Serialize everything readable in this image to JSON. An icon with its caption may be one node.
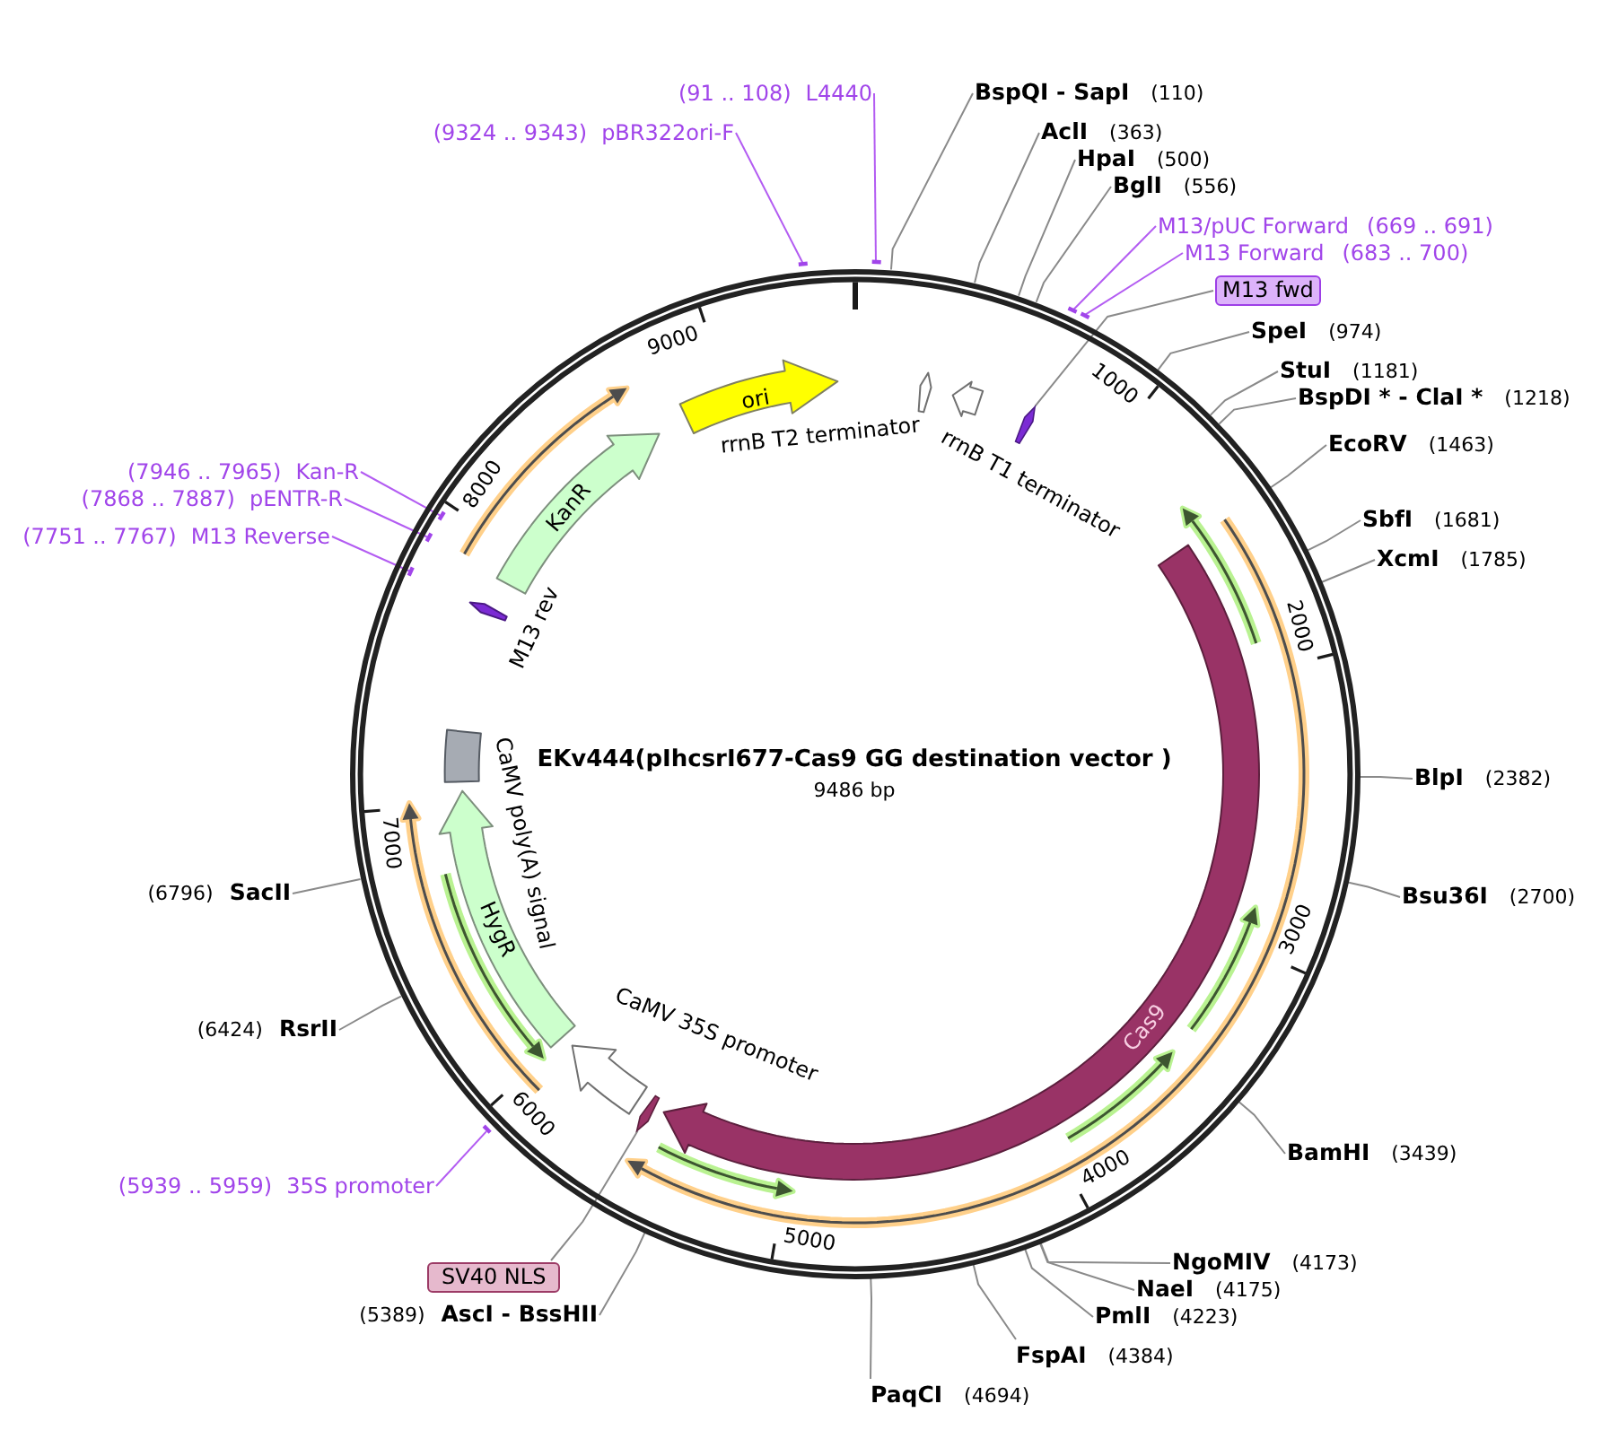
{
  "diagram": {
    "nodes": [
      {
        "text": [
          "EKv444(pIhcsrI677-Cas9 GG destination vector )",
          "9486 bp"
        ]
      },
      {
        "text": [
          "ori"
        ],
        "in": 0
      },
      {
        "text": [
          "rrnB T2 terminator"
        ],
        "in": 0
      },
      {
        "text": [
          "rrnB T1 terminator"
        ],
        "in": 0
      },
      {
        "text": [],
        "shape": "arrow",
        "in": 0
      },
      {
        "text": [
          "Cas9"
        ],
        "in": 0
      },
      {
        "text": [],
        "shape": "arrow",
        "in": 0
      },
      {
        "text": [
          "CaMV 35S promoter"
        ],
        "in": 0
      },
      {
        "text": [
          "HygR"
        ],
        "in": 0
      },
      {
        "text": [
          "CaMV poly(A) signal"
        ],
        "in": 0
      },
      {
        "text": [
          "M13 rev"
        ],
        "in": 0
      },
      {
        "text": [
          "KanR"
        ],
        "in": 0
      },
      {
        "text": [
          "L4440"
        ],
        "beside": [
          "(91 .. 108)"
        ]
      },
      {
        "text": [
          "BspQI - SapI"
        ],
        "beside": [
          "(110)"
        ]
      },
      {
        "text": [
          "AclI"
        ],
        "beside": [
          "(363)"
        ]
      },
      {
        "text": [
          "HpaI"
        ],
        "beside": [
          "(500)"
        ]
      },
      {
        "text": [
          "BglI"
        ],
        "beside": [
          "(556)"
        ]
      },
      {
        "text": [
          "M13/pUC Forward"
        ],
        "beside": [
          "(669 .. 691)"
        ]
      },
      {
        "text": [
          "M13 Forward"
        ],
        "beside": [
          "(683 .. 700)"
        ]
      },
      {
        "text": [
          "M13 fwd"
        ]
      },
      {
        "text": [
          "SpeI"
        ],
        "beside": [
          "(974)"
        ]
      },
      {
        "text": [
          "StuI"
        ],
        "beside": [
          "(1181)"
        ]
      },
      {
        "text": [
          "BspDI * - ClaI *"
        ],
        "beside": [
          "(1218)"
        ]
      },
      {
        "text": [
          "EcoRV"
        ],
        "beside": [
          "(1463)"
        ]
      },
      {
        "text": [
          "SbfI"
        ],
        "beside": [
          "(1681)"
        ]
      },
      {
        "text": [
          "XcmI"
        ],
        "beside": [
          "(1785)"
        ]
      },
      {
        "text": [
          "BlpI"
        ],
        "beside": [
          "(2382)"
        ]
      },
      {
        "text": [
          "Bsu36I"
        ],
        "beside": [
          "(2700)"
        ]
      },
      {
        "text": [
          "BamHI"
        ],
        "beside": [
          "(3439)"
        ]
      },
      {
        "text": [
          "NgoMIV"
        ],
        "beside": [
          "(4173)"
        ]
      },
      {
        "text": [
          "NaeI"
        ],
        "beside": [
          "(4175)"
        ]
      },
      {
        "text": [
          "PmlI"
        ],
        "beside": [
          "(4223)"
        ]
      },
      {
        "text": [
          "FspAI"
        ],
        "beside": [
          "(4384)"
        ]
      },
      {
        "text": [
          "PaqCI"
        ],
        "beside": [
          "(4694)"
        ]
      },
      {
        "text": [
          "AscI - BssHII"
        ],
        "beside": [
          "(5389)"
        ]
      },
      {
        "text": [
          "SV40 NLS"
        ]
      },
      {
        "text": [
          "35S promoter"
        ],
        "beside": [
          "(5939 .. 5959)"
        ]
      },
      {
        "text": [
          "RsrII"
        ],
        "beside": [
          "(6424)"
        ]
      },
      {
        "text": [
          "SacII"
        ],
        "beside": [
          "(6796)"
        ]
      },
      {
        "text": [
          "M13 Reverse"
        ],
        "beside": [
          "(7751 .. 7767)"
        ]
      },
      {
        "text": [
          "pENTR-R"
        ],
        "beside": [
          "(7868 .. 7887)"
        ]
      },
      {
        "text": [
          "Kan-R"
        ],
        "beside": [
          "(7946 .. 7965)"
        ]
      },
      {
        "text": [
          "pBR322ori-F"
        ],
        "beside": [
          "(9324 .. 9343)"
        ]
      },
      {
        "text": [],
        "shape": "bar"
      },
      {
        "text": [],
        "shape": "bar"
      },
      {
        "text": [],
        "shape": "bar"
      },
      {
        "text": [],
        "shape": "bar"
      },
      {
        "text": [],
        "shape": "bar",
        "in": 0
      },
      {
        "text": [],
        "shape": "bar",
        "in": 0
      },
      {
        "text": [],
        "shape": "bar",
        "in": 0
      },
      {
        "text": [],
        "shape": "bar"
      }
    ],
    "edges": [
      {
        "from": 12,
        "to": 43,
        "arrow": "none",
        "color": "#b35cf2"
      },
      {
        "from": 13,
        "to": 0,
        "arrow": "none"
      },
      {
        "from": 14,
        "to": 0,
        "arrow": "none"
      },
      {
        "from": 15,
        "to": 0,
        "arrow": "none"
      },
      {
        "from": 16,
        "to": 0,
        "arrow": "none"
      },
      {
        "from": 17,
        "to": 44,
        "arrow": "none",
        "color": "#b35cf2"
      },
      {
        "from": 18,
        "to": 45,
        "arrow": "none",
        "color": "#b35cf2"
      },
      {
        "from": 19,
        "to": 4,
        "arrow": "none"
      },
      {
        "from": 20,
        "to": 0,
        "arrow": "none"
      },
      {
        "from": 21,
        "to": 0,
        "arrow": "none"
      },
      {
        "from": 22,
        "to": 0,
        "arrow": "none"
      },
      {
        "from": 23,
        "to": 0,
        "arrow": "none"
      },
      {
        "from": 24,
        "to": 0,
        "arrow": "none"
      },
      {
        "from": 25,
        "to": 0,
        "arrow": "none"
      },
      {
        "from": 26,
        "to": 0,
        "arrow": "none"
      },
      {
        "from": 27,
        "to": 0,
        "arrow": "none"
      },
      {
        "from": 28,
        "to": 0,
        "arrow": "none"
      },
      {
        "from": 29,
        "to": 0,
        "arrow": "none"
      },
      {
        "from": 30,
        "to": 0,
        "arrow": "none"
      },
      {
        "from": 31,
        "to": 0,
        "arrow": "none"
      },
      {
        "from": 32,
        "to": 0,
        "arrow": "none"
      },
      {
        "from": 33,
        "to": 0,
        "arrow": "none"
      },
      {
        "from": 34,
        "to": 0,
        "arrow": "none"
      },
      {
        "from": 35,
        "to": 6,
        "arrow": "none"
      },
      {
        "from": 36,
        "to": 46,
        "arrow": "none",
        "color": "#b35cf2"
      },
      {
        "from": 37,
        "to": 0,
        "arrow": "none"
      },
      {
        "from": 38,
        "to": 0,
        "arrow": "none"
      },
      {
        "from": 39,
        "to": 47,
        "arrow": "none",
        "color": "#b35cf2"
      },
      {
        "from": 40,
        "to": 48,
        "arrow": "none",
        "color": "#b35cf2"
      },
      {
        "from": 41,
        "to": 49,
        "arrow": "none",
        "color": "#b35cf2"
      },
      {
        "from": 42,
        "to": 50,
        "arrow": "none",
        "color": "#b35cf2"
      }
    ],
    "labels": [
      "1000",
      "2000",
      "3000",
      "4000",
      "5000",
      "6000",
      "7000",
      "8000",
      "9000"
    ]
  }
}
